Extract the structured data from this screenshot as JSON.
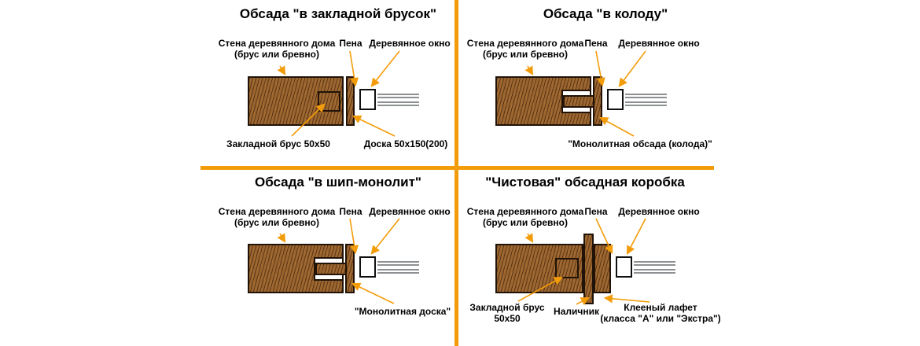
{
  "colors": {
    "accent_orange": "#f39c0a",
    "wood_brown": "#9a6530",
    "outline_dark": "#211307",
    "window_line_gray": "#8d9194"
  },
  "quadrants": [
    {
      "title": "Обсада \"в закладной брусок\"",
      "labels": {
        "wall": "Стена деревянного дома\n(брус или бревно)",
        "foam": "Пена",
        "window": "Деревянное окно",
        "bar": "Закладной брус 50x50",
        "board": "Доска 50x150(200)"
      }
    },
    {
      "title": "Обсада \"в колоду\"",
      "labels": {
        "wall": "Стена деревянного дома\n(брус или бревно)",
        "foam": "Пена",
        "window": "Деревянное окно",
        "casing": "\"Монолитная обсада (колода)\""
      }
    },
    {
      "title": "Обсада \"в шип-монолит\"",
      "labels": {
        "wall": "Стена деревянного дома\n(брус или бревно)",
        "foam": "Пена",
        "window": "Деревянное окно",
        "board": "\"Монолитная доска\""
      }
    },
    {
      "title": "\"Чистовая\" обсадная коробка",
      "labels": {
        "wall": "Стена деревянного дома\n(брус или бревно)",
        "foam": "Пена",
        "window": "Деревянное окно",
        "bar": "Закладной брус\n50x50",
        "trim": "Наличник",
        "lafet": "Клееный лафет\n(класса \"А\" или \"Экстра\")"
      }
    }
  ]
}
